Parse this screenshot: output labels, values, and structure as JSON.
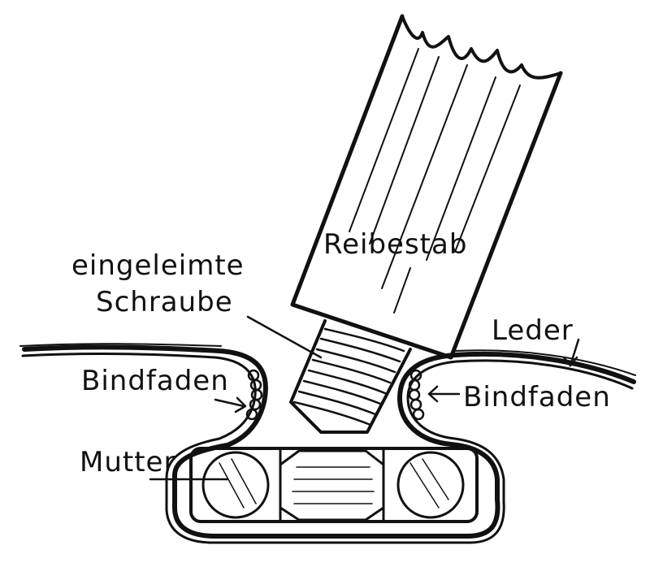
{
  "labels": {
    "rod": "Reibestab",
    "screw_line1": "eingeleimte",
    "screw_line2": "Schraube",
    "leather": "Leder",
    "string_left": "Bindfaden",
    "string_right": "Bindfaden",
    "nut": "Mutter"
  }
}
